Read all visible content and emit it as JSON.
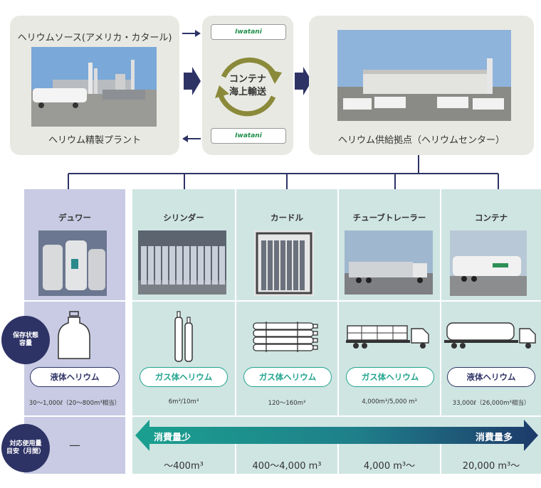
{
  "top": {
    "source_label": "ヘリウムソース(アメリカ・カタール)",
    "plant_label": "ヘリウム精製プラント",
    "shipping_label_line1": "コンテナ",
    "shipping_label_line2": "海上輸送",
    "container_brand": "Iwatani",
    "center_label": "ヘリウム供給拠点（ヘリウムセンター）"
  },
  "rows": {
    "storage_label_line1": "保存状態",
    "storage_label_line2": "容量",
    "usage_label_line1": "対応使用量",
    "usage_label_line2": "目安（月間）"
  },
  "columns": [
    {
      "title": "デュワー",
      "state": "液体ヘリウム",
      "state_type": "liquid",
      "capacity": "30〜1,000ℓ（20〜800m³相当）",
      "estimate": "—"
    },
    {
      "title": "シリンダー",
      "state": "ガス体ヘリウム",
      "state_type": "gas",
      "capacity": "6m³/10m³",
      "estimate": "〜400m³"
    },
    {
      "title": "カードル",
      "state": "ガス体ヘリウム",
      "state_type": "gas",
      "capacity": "120〜160m³",
      "estimate": "400〜4,000 m³"
    },
    {
      "title": "チューブトレーラー",
      "state": "ガス体ヘリウム",
      "state_type": "gas",
      "capacity": "4,000m³/5,000 m³",
      "estimate": "4,000 m³〜"
    },
    {
      "title": "コンテナ",
      "state": "液体ヘリウム",
      "state_type": "liquid",
      "capacity": "33,000ℓ（26,000m³相当）",
      "estimate": "20,000 m³〜"
    }
  ],
  "consumption": {
    "low": "消費量少",
    "high": "消費量多"
  },
  "colors": {
    "navy": "#2e3366",
    "teal": "#21a48e",
    "lavender": "#c8cbe3",
    "mint": "#cfe5e2",
    "panel": "#e9e9e3"
  }
}
